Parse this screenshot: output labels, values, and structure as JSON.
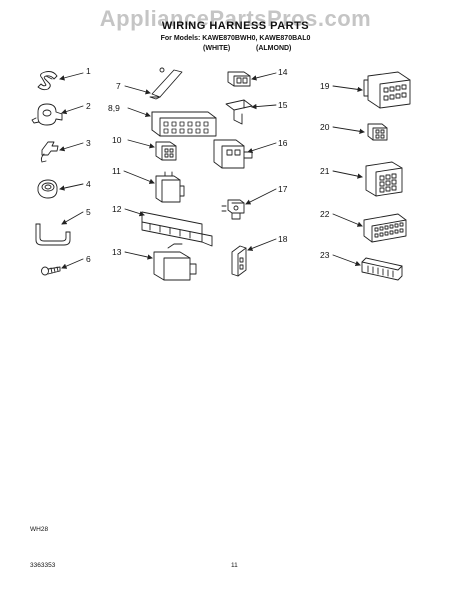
{
  "watermark": "AppliancePartsPros.com",
  "header": {
    "title": "WIRING HARNESS PARTS",
    "models": "For Models: KAWE870BWH0, KAWE870BAL0",
    "color_white": "(WHITE)",
    "color_almond": "(ALMOND)"
  },
  "parts": [
    {
      "label": "1",
      "icon": "wire-clip-icon"
    },
    {
      "label": "2",
      "icon": "cable-clamp-icon"
    },
    {
      "label": "3",
      "icon": "bent-clip-icon"
    },
    {
      "label": "4",
      "icon": "grommet-icon"
    },
    {
      "label": "5",
      "icon": "strap-clamp-icon"
    },
    {
      "label": "6",
      "icon": "screw-icon"
    },
    {
      "label": "7",
      "icon": "retainer-icon"
    },
    {
      "label": "8,9",
      "icon": "multi-pin-connector-icon"
    },
    {
      "label": "10",
      "icon": "small-housing-icon"
    },
    {
      "label": "11",
      "icon": "plug-housing-icon"
    },
    {
      "label": "12",
      "icon": "terminal-block-icon"
    },
    {
      "label": "13",
      "icon": "large-plug-icon"
    },
    {
      "label": "14",
      "icon": "mini-connector-icon"
    },
    {
      "label": "15",
      "icon": "bracket-clip-icon"
    },
    {
      "label": "16",
      "icon": "two-pin-plug-icon"
    },
    {
      "label": "17",
      "icon": "terminal-pair-icon"
    },
    {
      "label": "18",
      "icon": "latch-connector-icon"
    },
    {
      "label": "19",
      "icon": "twelve-pin-connector-icon"
    },
    {
      "label": "20",
      "icon": "four-pin-connector-icon"
    },
    {
      "label": "21",
      "icon": "nine-pin-connector-icon"
    },
    {
      "label": "22",
      "icon": "dual-row-connector-icon"
    },
    {
      "label": "23",
      "icon": "ribbon-connector-icon"
    }
  ],
  "footer": {
    "code": "WH28",
    "doc_number": "3363353",
    "page_number": "11"
  }
}
